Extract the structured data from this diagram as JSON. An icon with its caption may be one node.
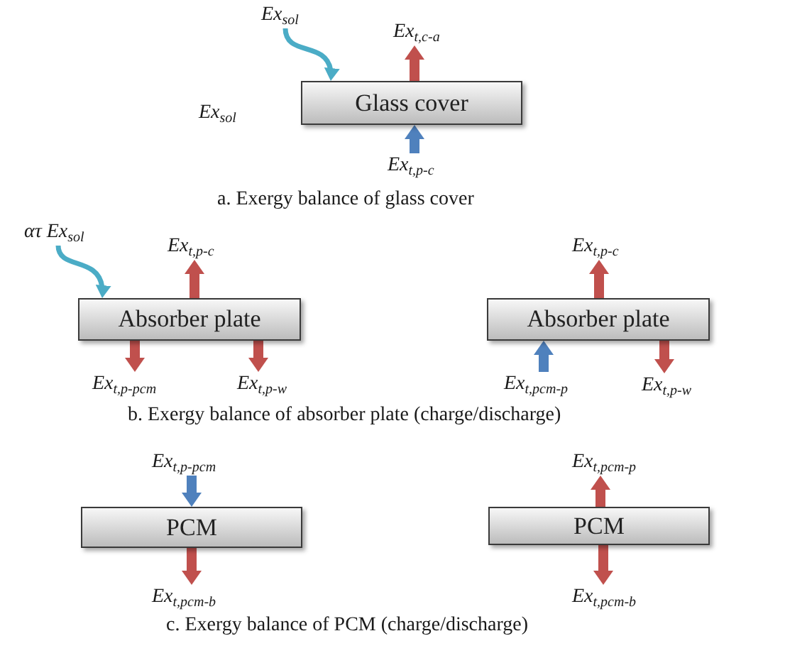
{
  "diagram": {
    "nodes": [
      {
        "text": [
          "Ex$_{sol}$"
        ]
      },
      {
        "text": [
          "Ex$_{t,c-a}$"
        ]
      },
      {
        "text": [
          "Glass cover"
        ]
      },
      {
        "text": [
          "Ex$_{t,p-c}$"
        ]
      },
      {
        "text": [
          "ατ Ex$_{sol}$"
        ]
      },
      {
        "text": [
          "Ex$_{t,p-c}$"
        ]
      },
      {
        "text": [
          "Ex$_{t,p-c}$"
        ]
      },
      {
        "text": [
          "Absorber plate"
        ]
      },
      {
        "text": [
          "Absorber plate"
        ]
      },
      {
        "text": [
          "Ex$_{t,p-pcm}$"
        ]
      },
      {
        "text": [
          "Ex$_{t,p-w}$"
        ]
      },
      {
        "text": [
          "Ex$_{t,pcm-p}$"
        ]
      },
      {
        "text": [
          "Ex$_{t,p-w}$"
        ]
      },
      {
        "text": [
          "Ex$_{t,p-pcm}$"
        ]
      },
      {
        "text": [
          "Ex$_{t,pcm-p}$"
        ]
      },
      {
        "text": [
          "PCM"
        ]
      },
      {
        "text": [
          "PCM"
        ]
      },
      {
        "text": [
          "Ex$_{t,pcm-b}$"
        ]
      },
      {
        "text": [
          "Ex$_{t,pcm-b}$"
        ]
      }
    ],
    "edges": [
      {
        "from": 0,
        "to": 2,
        "arrow": "to",
        "color": "#4bacc6"
      },
      {
        "from": 2,
        "to": 1,
        "arrow": "to"
      },
      {
        "from": 3,
        "to": 2,
        "arrow": "to",
        "color": "#4f81bd"
      },
      {
        "from": 4,
        "to": 7,
        "arrow": "to",
        "color": "#4bacc6"
      },
      {
        "from": 7,
        "to": 5,
        "arrow": "to"
      },
      {
        "from": 7,
        "to": 9,
        "arrow": "to"
      },
      {
        "from": 7,
        "to": 10,
        "arrow": "to"
      },
      {
        "from": 8,
        "to": 6,
        "arrow": "to"
      },
      {
        "from": 11,
        "to": 8,
        "arrow": "to",
        "color": "#4f81bd"
      },
      {
        "from": 8,
        "to": 12,
        "arrow": "to"
      },
      {
        "from": 13,
        "to": 15,
        "arrow": "to",
        "color": "#4f81bd"
      },
      {
        "from": 16,
        "to": 14,
        "arrow": "to"
      },
      {
        "from": 15,
        "to": 17,
        "arrow": "to"
      },
      {
        "from": 16,
        "to": 18,
        "arrow": "to"
      }
    ],
    "labels": [
      "Ex$_{sol}$",
      "a. Exergy balance of glass cover",
      "b. Exergy balance of absorber plate (charge/discharge)",
      "c. Exergy balance of PCM (charge/discharge)"
    ]
  }
}
